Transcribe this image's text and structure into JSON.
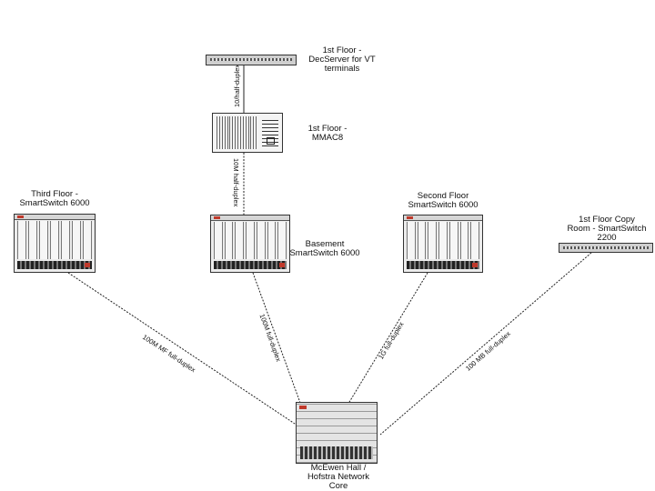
{
  "nodes": {
    "decserver": {
      "label_lines": [
        "1st Floor -",
        "DecServer for VT",
        "terminals"
      ]
    },
    "mmac": {
      "label_lines": [
        "1st Floor -",
        "MMAC8"
      ]
    },
    "third_floor": {
      "label_lines": [
        "Third Floor -",
        "SmartSwitch 6000"
      ]
    },
    "basement": {
      "label_lines": [
        "Basement",
        "SmartSwitch 6000"
      ]
    },
    "second_floor": {
      "label_lines": [
        "Second Floor",
        "SmartSwitch 6000"
      ]
    },
    "copy_room": {
      "label_lines": [
        "1st Floor Copy",
        "Room - SmartSwitch",
        "2200"
      ]
    },
    "core": {
      "label_lines": [
        "McEwen Hall /",
        "Hofstra Network",
        "Core"
      ]
    }
  },
  "links": {
    "decserver_mmac": "10/half-duplex",
    "mmac_basement": "10M half-duplex",
    "third_core": "100M MF full-duplex",
    "basement_core": "100M full-duplex",
    "second_core": "1G full-duplex",
    "copyroom_core": "100 MB full-duplex"
  },
  "colors": {
    "line": "#222222",
    "accent_red": "#c0392b",
    "chassis": "#ececec"
  },
  "icons": {
    "chassis": "network-switch-icon",
    "decserver": "terminal-server-icon",
    "mmac": "hub-chassis-icon",
    "core": "core-router-icon"
  }
}
